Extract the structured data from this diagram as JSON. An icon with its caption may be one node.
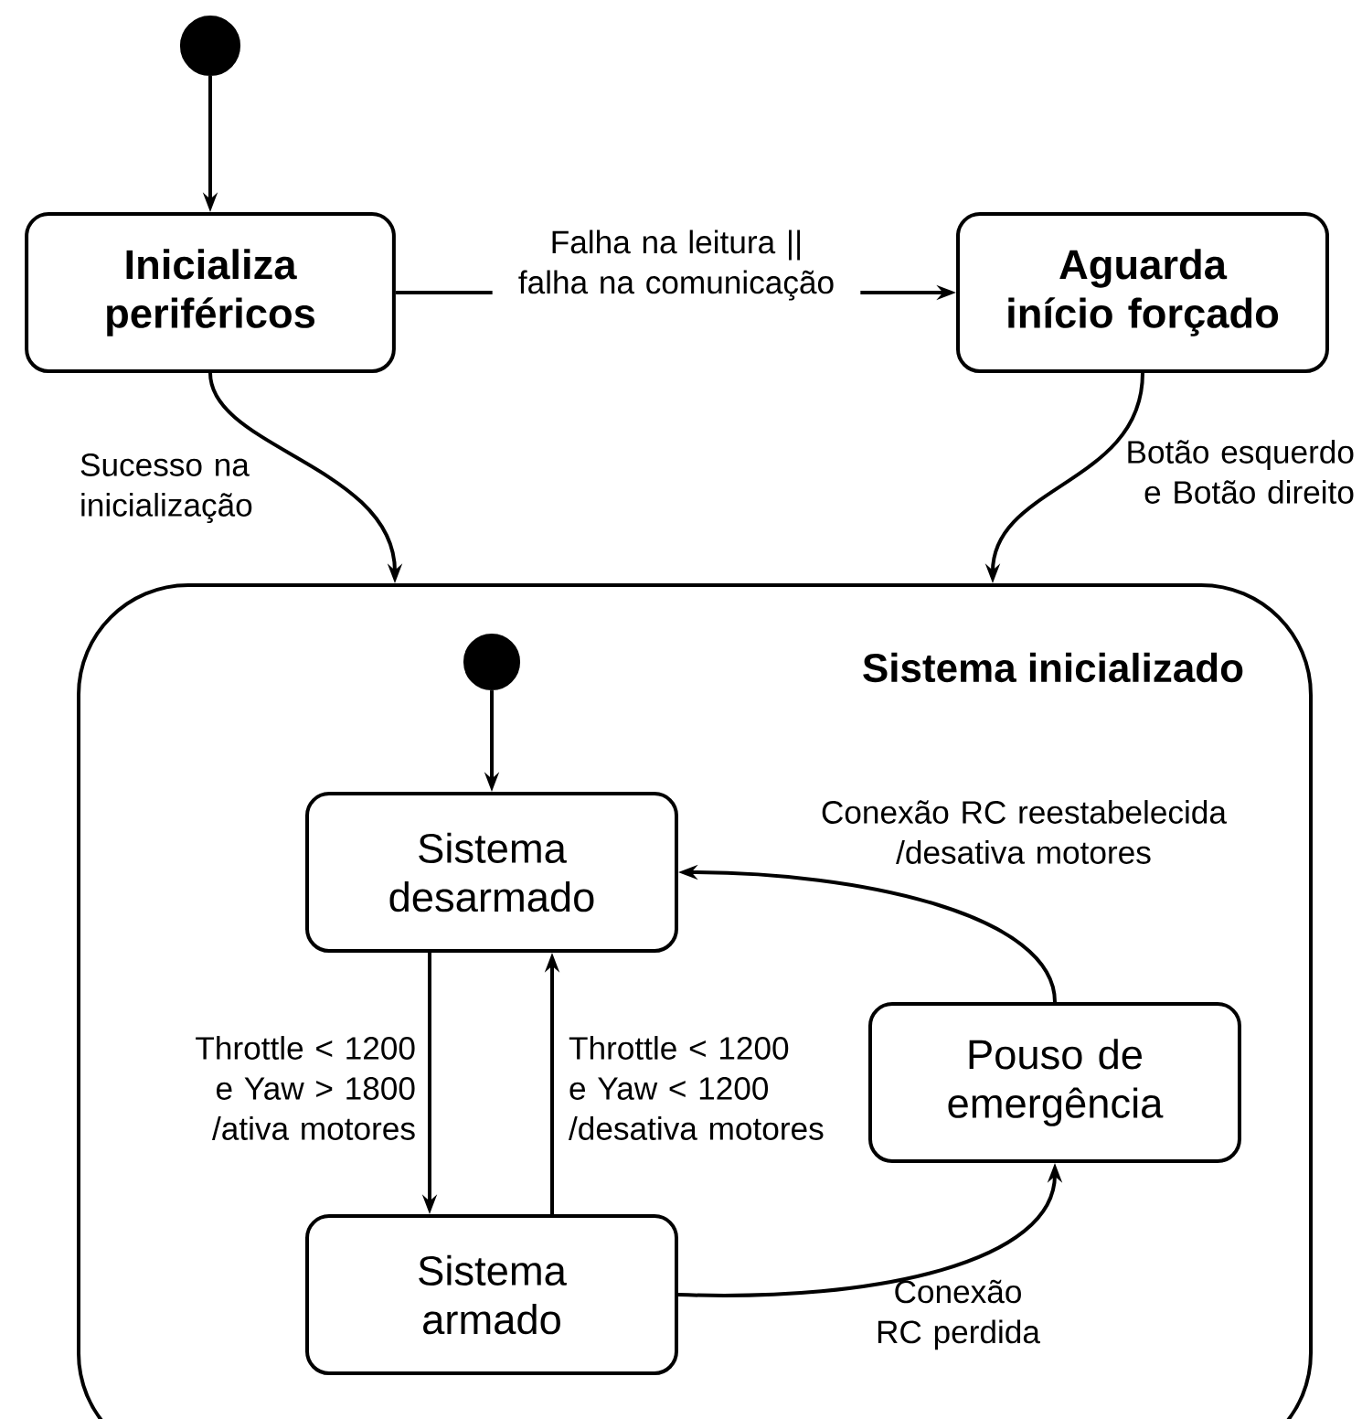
{
  "diagram": {
    "nodes": [
      {
        "text": [],
        "shape": "circle"
      },
      {
        "text": [
          "Inicializa periféricos"
        ]
      },
      {
        "text": [
          "Aguarda início forçado"
        ]
      },
      {
        "text": [
          "Sistema inicializado"
        ]
      },
      {
        "text": [],
        "shape": "circle",
        "in": 3
      },
      {
        "text": [
          "Sistema desarmado"
        ],
        "in": 3
      },
      {
        "text": [
          "Pouso de emergência"
        ],
        "in": 3
      },
      {
        "text": [
          "Sistema armado"
        ],
        "in": 3
      }
    ],
    "edges": [
      {
        "from": 0,
        "to": 1,
        "arrow": "to"
      },
      {
        "from": 1,
        "to": 2,
        "arrow": "to",
        "label": "Falha na leitura || falha na comunicação"
      },
      {
        "from": 1,
        "to": 3,
        "arrow": "to",
        "label": "Sucesso na inicialização"
      },
      {
        "from": 2,
        "to": 3,
        "arrow": "to",
        "label": "Botão esquerdo e Botão direito"
      },
      {
        "from": 4,
        "to": 5,
        "arrow": "to"
      },
      {
        "from": 5,
        "to": 7,
        "arrow": "to",
        "label": "Throttle < 1200 e Yaw > 1800 /ativa motores"
      },
      {
        "from": 7,
        "to": 5,
        "arrow": "to",
        "label": "Throttle < 1200 e Yaw < 1200 /desativa motores"
      },
      {
        "from": 6,
        "to": 5,
        "arrow": "to",
        "label": "Conexão RC reestabelecida /desativa motores"
      },
      {
        "from": 7,
        "to": 6,
        "arrow": "to",
        "label": "Conexão RC perdida"
      }
    ]
  }
}
